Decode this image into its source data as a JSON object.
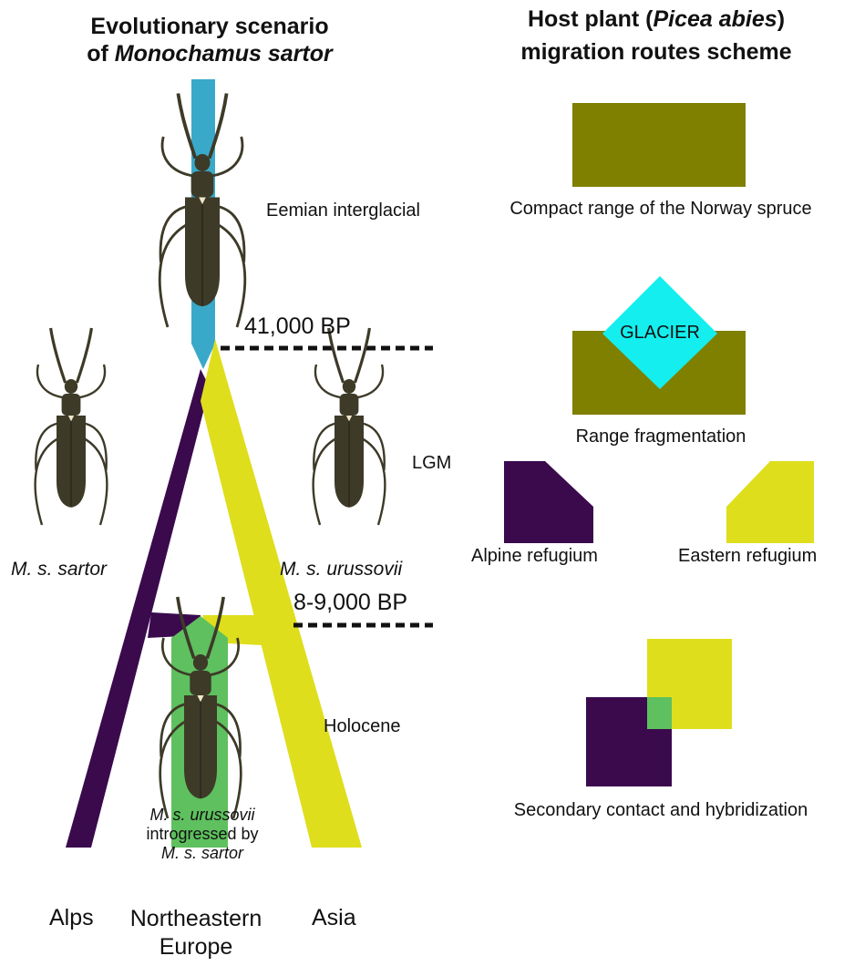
{
  "left_panel": {
    "title_line1": "Evolutionary scenario",
    "title_line2_prefix": "of ",
    "title_line2_italic": "Monochamus sartor",
    "eemian_label": "Eemian interglacial",
    "split_time_label": "41,000 BP",
    "lgm_label": "LGM",
    "contact_time_label": "8-9,000 BP",
    "holocene_label": "Holocene",
    "subspecies_left": "M. s. sartor",
    "subspecies_right": "M. s. urussovii",
    "hybrid_line1": "M. s. urussovii",
    "hybrid_line2": "introgressed by",
    "hybrid_line3": "M. s. sartor",
    "bottom_left": "Alps",
    "bottom_middle_line1": "Northeastern",
    "bottom_middle_line2": "Europe",
    "bottom_right": "Asia"
  },
  "right_panel": {
    "title_line1_prefix": "Host plant (",
    "title_line1_italic": "Picea abies",
    "title_line1_suffix": ")",
    "title_line2": "migration routes scheme",
    "compact_range_label": "Compact range of the Norway spruce",
    "glacier_label": "GLACIER",
    "fragmentation_label": "Range fragmentation",
    "alpine_label": "Alpine refugium",
    "eastern_label": "Eastern refugium",
    "contact_label": "Secondary contact and hybridization"
  },
  "colors": {
    "ancestral_blue": "#3aa9c9",
    "alpine_purple": "#3a0a4d",
    "eastern_yellow": "#dede1d",
    "hybrid_green": "#5ec05e",
    "spruce_olive": "#7f7f00",
    "glacier_cyan": "#14eeee",
    "beetle_body": "#3d3a28"
  },
  "icons": [
    "beetle-icon"
  ]
}
